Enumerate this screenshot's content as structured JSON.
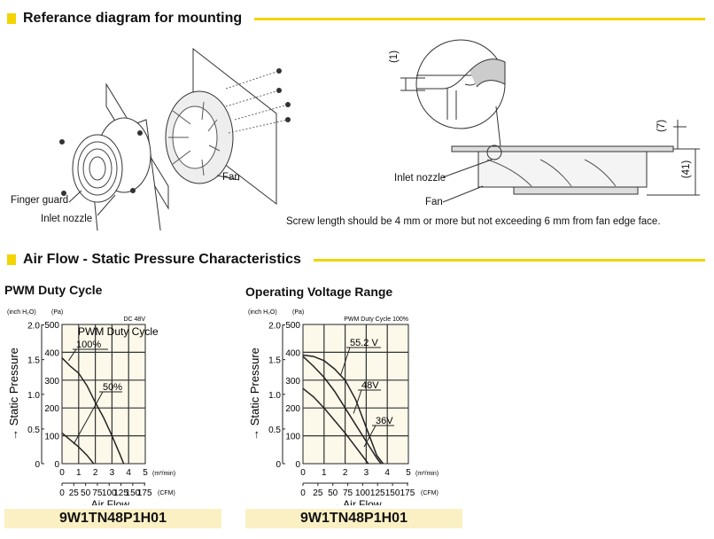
{
  "sections": {
    "mounting": "Referance diagram for mounting",
    "airflow": "Air Flow - Static Pressure Characteristics"
  },
  "mounting": {
    "finger_guard": "Finger guard",
    "inlet_nozzle": "Inlet nozzle",
    "fan": "Fan",
    "inlet_nozzle_right": "Inlet nozzle",
    "fan_right": "Fan",
    "dim1": "(1)",
    "dim7": "(7)",
    "dim41": "(41)",
    "note": "Screw length should be 4 mm or more but not exceeding 6 mm from fan edge face."
  },
  "colors": {
    "accent": "#f2d400",
    "plot_bg": "#fcf8ea",
    "label_bg": "#fbf0c4"
  },
  "chart_data": [
    {
      "type": "line",
      "title": "PWM Duty Cycle",
      "subtitle": "DC 48V",
      "legend_title": "PWM Duty Cycle",
      "model": "9W1TN48P1H01",
      "xlabel": "→ Air Flow",
      "ylabel": "→ Static Pressure",
      "y_unit_left": "(inch H₂O)",
      "y_unit_right": "(Pa)",
      "x_unit": "(m³/min)",
      "x2_unit": "(CFM)",
      "xlim": [
        0,
        5
      ],
      "ylim": [
        0,
        500
      ],
      "xticks": [
        "0",
        "1",
        "2",
        "3",
        "4",
        "5"
      ],
      "yticks": [
        "0",
        "100",
        "200",
        "300",
        "400",
        "500"
      ],
      "y2ticks": [
        "0",
        "0.5",
        "1.0",
        "1.5",
        "2.0"
      ],
      "x2ticks": [
        "0",
        "25",
        "50",
        "75",
        "100",
        "125",
        "150",
        "175"
      ],
      "grid": true,
      "series": [
        {
          "name": "100%",
          "x": [
            0,
            0.5,
            1,
            1.5,
            2,
            2.5,
            3,
            3.5,
            3.7
          ],
          "y": [
            380,
            350,
            325,
            280,
            220,
            165,
            100,
            30,
            0
          ]
        },
        {
          "name": "50%",
          "x": [
            0,
            0.5,
            1,
            1.5,
            1.9
          ],
          "y": [
            110,
            85,
            60,
            30,
            0
          ]
        }
      ]
    },
    {
      "type": "line",
      "title": "Operating Voltage Range",
      "subtitle": "PWM Duty Cycle 100%",
      "model": "9W1TN48P1H01",
      "xlabel": "→ Air Flow",
      "ylabel": "→ Static Pressure",
      "y_unit_left": "(inch H₂O)",
      "y_unit_right": "(Pa)",
      "x_unit": "(m³/min)",
      "x2_unit": "(CFM)",
      "xlim": [
        0,
        5
      ],
      "ylim": [
        0,
        500
      ],
      "xticks": [
        "0",
        "1",
        "2",
        "3",
        "4",
        "5"
      ],
      "yticks": [
        "0",
        "100",
        "200",
        "300",
        "400",
        "500"
      ],
      "y2ticks": [
        "0",
        "0.5",
        "1.0",
        "1.5",
        "2.0"
      ],
      "x2ticks": [
        "0",
        "25",
        "50",
        "75",
        "100",
        "125",
        "150",
        "175"
      ],
      "grid": true,
      "series": [
        {
          "name": "55.2 V",
          "x": [
            0,
            0.5,
            1,
            1.5,
            2,
            2.5,
            3,
            3.5,
            3.8
          ],
          "y": [
            390,
            385,
            370,
            340,
            300,
            230,
            130,
            30,
            0
          ]
        },
        {
          "name": "48V",
          "x": [
            0,
            0.5,
            1,
            1.5,
            2,
            2.5,
            3,
            3.5,
            3.7
          ],
          "y": [
            385,
            350,
            310,
            260,
            200,
            140,
            80,
            20,
            0
          ]
        },
        {
          "name": "36V",
          "x": [
            0,
            0.5,
            1,
            1.5,
            2,
            2.5,
            3,
            3.1
          ],
          "y": [
            270,
            240,
            200,
            155,
            110,
            60,
            10,
            0
          ]
        }
      ]
    }
  ]
}
